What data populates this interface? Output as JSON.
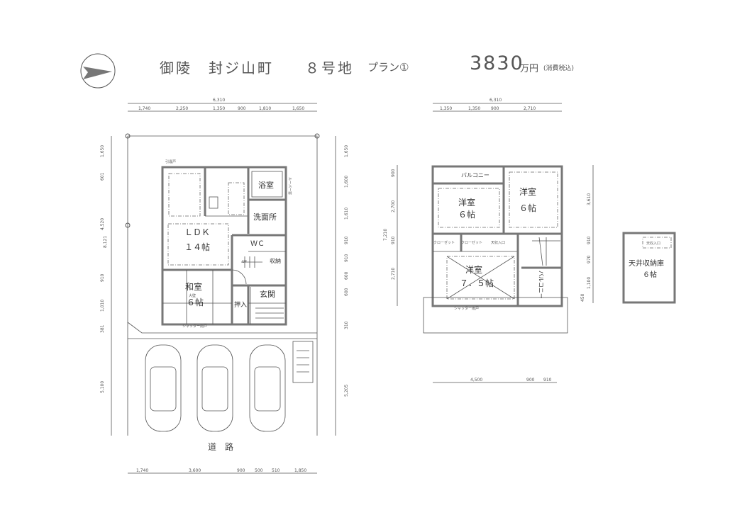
{
  "header": {
    "location": "御陵　封ジ山町",
    "lot": "８号地",
    "plan": "プラン①",
    "price": "3830",
    "price_unit": "万円",
    "tax_note": "(消費税込)"
  },
  "first_floor": {
    "top_dims": {
      "total": "6,310",
      "segments": [
        "1,740",
        "2,250",
        "1,350",
        "900",
        "1,810",
        "1,650"
      ]
    },
    "left_dims": [
      "1,650",
      "601",
      "4,520",
      "910",
      "1,010",
      "381",
      "5,100"
    ],
    "left_total": "8,121",
    "right_dims": [
      "1,650",
      "1,600",
      "1,610",
      "910",
      "910",
      "600",
      "600",
      "310",
      "5,205"
    ],
    "bottom_dims": [
      "1,740",
      "3,600",
      "900",
      "500",
      "510",
      "1,850"
    ],
    "rooms": {
      "ldk_name": "ＬＤＫ",
      "ldk_size": "１４帖",
      "bath": "浴室",
      "washroom": "洗面所",
      "wc": "ＷＣ",
      "storage": "収納",
      "washitsu": "和室",
      "washitsu_note": "大壁",
      "washitsu_size": "６帖",
      "oshiire": "押入",
      "entrance": "玄関"
    },
    "labels": {
      "shutter_door": "シャッター雨戸",
      "hikichigai": "引違戸",
      "up": "UP",
      "louver": "ルーバー窓",
      "road": "道　路"
    }
  },
  "second_floor": {
    "top_dims": {
      "total": "6,310",
      "segments": [
        "1,350",
        "1,350",
        "900",
        "2,710"
      ]
    },
    "left_dims": [
      "900",
      "2,700",
      "910",
      "2,710"
    ],
    "left_total": "7,210",
    "right_dims": [
      "3,610",
      "910",
      "970",
      "1,100",
      "450"
    ],
    "bottom_dims": [
      "4,500",
      "900",
      "910"
    ],
    "rooms": {
      "balcony_top": "バルコニー",
      "western1": "洋室",
      "western1_size": "６帖",
      "western2": "洋室",
      "western2_size": "６帖",
      "closet1": "クローゼット",
      "closet2": "クローゼット",
      "attic_entry": "天収入口",
      "western3": "洋室",
      "western3_size": "７．５帖",
      "balcony_side": "バルコニー"
    },
    "labels": {
      "shutter_door": "シャッター雨戸"
    }
  },
  "attic": {
    "name": "天井収納庫",
    "size": "６帖",
    "entry": "天収入口"
  }
}
